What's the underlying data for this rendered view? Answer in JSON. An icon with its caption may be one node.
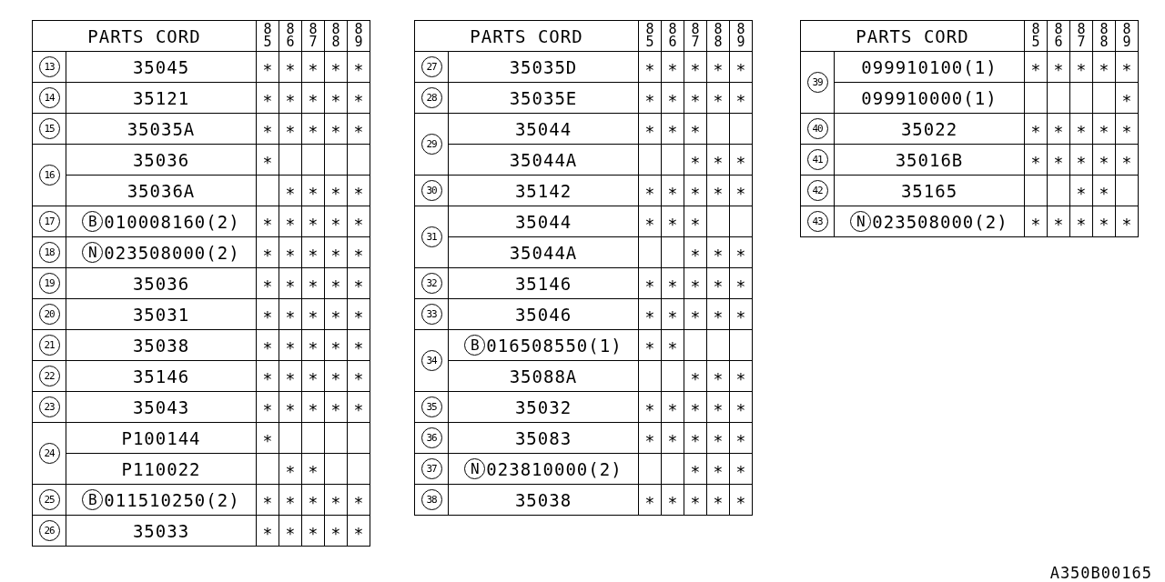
{
  "diagram": {
    "labels": [
      "PARTS CORD",
      "85",
      "86",
      "87",
      "88",
      "89",
      "13",
      "35045",
      "∗",
      "∗",
      "∗",
      "∗",
      "∗",
      "14",
      "35121",
      "∗",
      "∗",
      "∗",
      "∗",
      "∗",
      "15",
      "35035A",
      "∗",
      "∗",
      "∗",
      "∗",
      "∗",
      "16",
      "35036",
      "∗",
      "35036A",
      "∗",
      "∗",
      "∗",
      "∗",
      "17",
      "B",
      "010008160(2)",
      "∗",
      "∗",
      "∗",
      "∗",
      "∗",
      "18",
      "N",
      "023508000(2)",
      "∗",
      "∗",
      "∗",
      "∗",
      "∗",
      "19",
      "35036",
      "∗",
      "∗",
      "∗",
      "∗",
      "∗",
      "20",
      "35031",
      "∗",
      "∗",
      "∗",
      "∗",
      "∗",
      "21",
      "35038",
      "∗",
      "∗",
      "∗",
      "∗",
      "∗",
      "22",
      "35146",
      "∗",
      "∗",
      "∗",
      "∗",
      "∗",
      "23",
      "35043",
      "∗",
      "∗",
      "∗",
      "∗",
      "∗",
      "24",
      "P100144",
      "∗",
      "P110022",
      "∗",
      "∗",
      "25",
      "B",
      "011510250(2)",
      "∗",
      "∗",
      "∗",
      "∗",
      "∗",
      "26",
      "35033",
      "∗",
      "∗",
      "∗",
      "∗",
      "∗",
      "PARTS CORD",
      "85",
      "86",
      "87",
      "88",
      "89",
      "27",
      "35035D",
      "∗",
      "∗",
      "∗",
      "∗",
      "∗",
      "28",
      "35035E",
      "∗",
      "∗",
      "∗",
      "∗",
      "∗",
      "29",
      "35044",
      "∗",
      "∗",
      "∗",
      "35044A",
      "∗",
      "∗",
      "∗",
      "30",
      "35142",
      "∗",
      "∗",
      "∗",
      "∗",
      "∗",
      "31",
      "35044",
      "∗",
      "∗",
      "∗",
      "35044A",
      "∗",
      "∗",
      "∗",
      "32",
      "35146",
      "∗",
      "∗",
      "∗",
      "∗",
      "∗",
      "33",
      "35046",
      "∗",
      "∗",
      "∗",
      "∗",
      "∗",
      "34",
      "B",
      "016508550(1)",
      "∗",
      "∗",
      "35088A",
      "∗",
      "∗",
      "∗",
      "35",
      "35032",
      "∗",
      "∗",
      "∗",
      "∗",
      "∗",
      "36",
      "35083",
      "∗",
      "∗",
      "∗",
      "∗",
      "∗",
      "37",
      "N",
      "023810000(2)",
      "∗",
      "∗",
      "∗",
      "38",
      "35038",
      "∗",
      "∗",
      "∗",
      "∗",
      "∗",
      "PARTS CORD",
      "85",
      "86",
      "87",
      "88",
      "89",
      "39",
      "099910100(1)",
      "∗",
      "∗",
      "∗",
      "∗",
      "∗",
      "099910000(1)",
      "∗",
      "40",
      "35022",
      "∗",
      "∗",
      "∗",
      "∗",
      "∗",
      "41",
      "35016B",
      "∗",
      "∗",
      "∗",
      "∗",
      "∗",
      "42",
      "35165",
      "∗",
      "∗",
      "43",
      "N",
      "023508000(2)",
      "∗",
      "∗",
      "∗",
      "∗",
      "∗",
      "A350B00165"
    ]
  }
}
